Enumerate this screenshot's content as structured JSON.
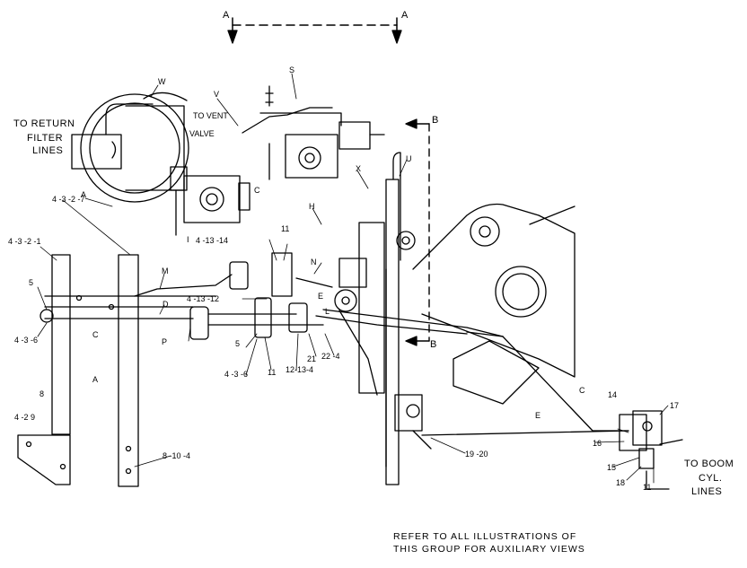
{
  "section_markers": {
    "a_left": "A",
    "a_right": "A",
    "b_top": "B",
    "b_bottom": "B"
  },
  "callouts": {
    "return_line1": "TO RETURN",
    "return_line2": "FILTER",
    "return_line3": "LINES",
    "vent_line1": "TO VENT",
    "vent_line2": "VALVE",
    "boom_line1": "TO BOOM",
    "boom_line2": "CYL.",
    "boom_line3": "LINES"
  },
  "part_labels": {
    "w": "W",
    "s": "S",
    "v": "V",
    "u": "U",
    "x": "X",
    "h": "H",
    "a1": "A",
    "a2": "A",
    "c1": "C",
    "c2": "C",
    "c3": "C",
    "m": "M",
    "n": "N",
    "d": "D",
    "p": "P",
    "e1": "E",
    "e2": "E",
    "l": "L",
    "i": "I",
    "ref_4_3_2_7": "4 -3 -2 -7",
    "ref_4_3_2_1": "4 -3 -2 -1",
    "ref_5a": "5",
    "ref_4_3_6a": "4 -3 -6",
    "ref_8": "8",
    "ref_4_2_9": "4 -2 9",
    "ref_8_10_4": "8 -10 -4",
    "ref_4_13_14": "4 -13 -14",
    "ref_11a": "11",
    "ref_4_13_12": "4 -13 -12",
    "ref_5b": "5",
    "ref_4_3_6b": "4 -3 -6",
    "ref_11b": "11",
    "ref_12_13_4": "12-13-4",
    "ref_21": "21",
    "ref_22_4": "22 -4",
    "ref_19_20": "19 -20",
    "ref_14": "14",
    "ref_16": "16",
    "ref_17": "17",
    "ref_15": "15",
    "ref_18": "18",
    "ref_11c": "11"
  },
  "footer": {
    "note_line1": "REFER TO ALL ILLUSTRATIONS OF",
    "note_line2": "THIS GROUP FOR AUXILIARY VIEWS"
  }
}
